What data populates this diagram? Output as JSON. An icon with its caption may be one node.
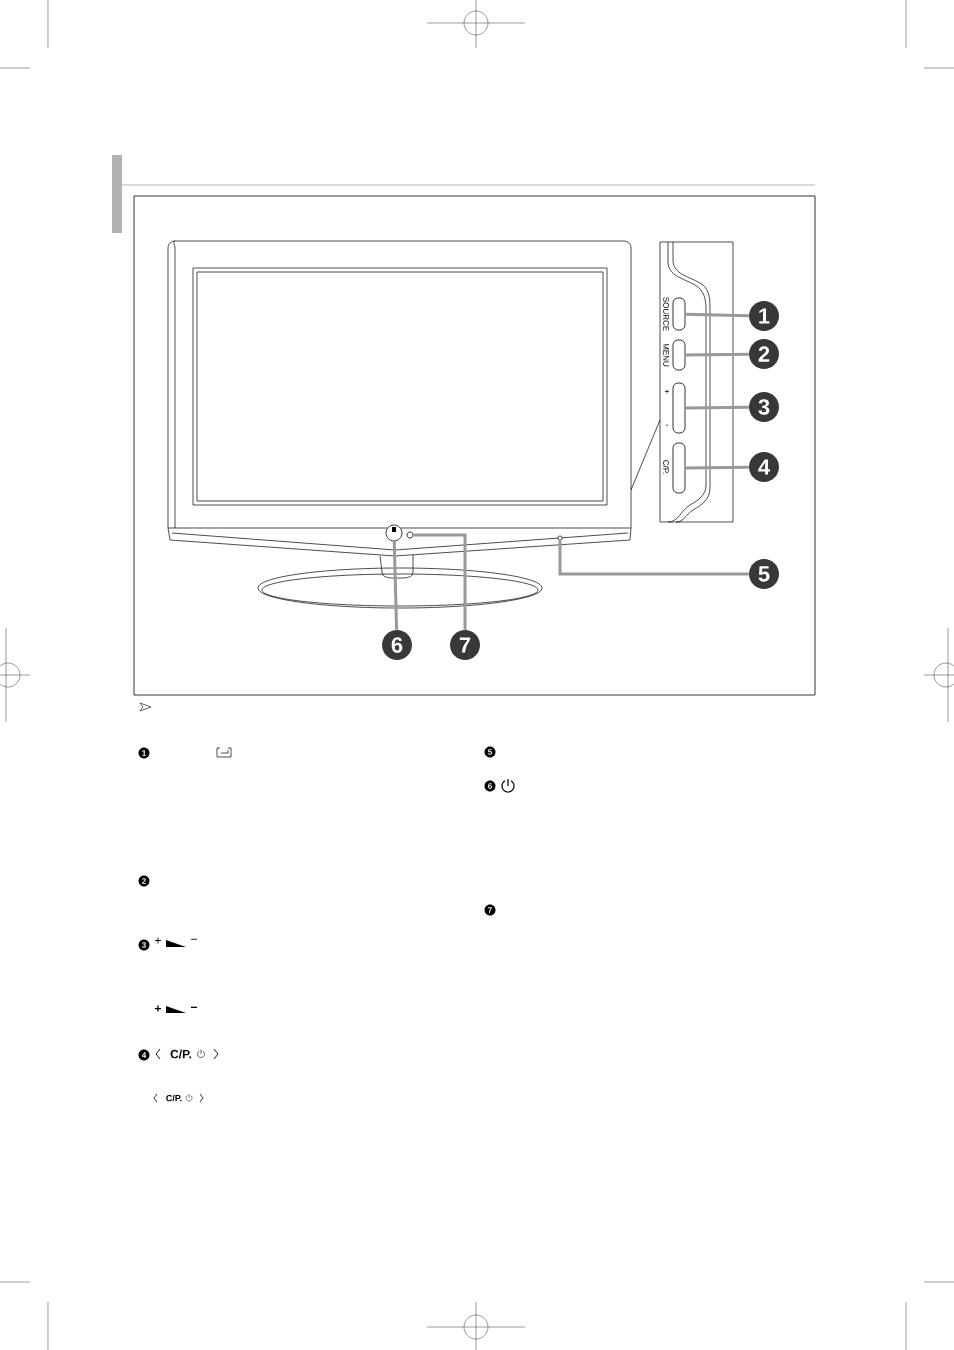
{
  "diagram": {
    "nodes": [
      {
        "text": [],
        "shape": "box"
      },
      {
        "text": [],
        "shape": "box"
      },
      {
        "text": [],
        "shape": "box"
      },
      {
        "text": [],
        "shape": "box"
      },
      {
        "text": [],
        "shape": "circle"
      },
      {
        "text": [],
        "shape": "circle"
      },
      {
        "text": [],
        "shape": "circle"
      },
      {
        "text": [
          "1"
        ]
      },
      {
        "text": [
          "2"
        ]
      },
      {
        "text": [
          "3"
        ]
      },
      {
        "text": [
          "4"
        ]
      },
      {
        "text": [
          "5"
        ]
      },
      {
        "text": [
          "6"
        ]
      },
      {
        "text": [
          "7"
        ]
      }
    ],
    "edges": [
      {
        "from": 7,
        "to": 0,
        "arrow": "none"
      },
      {
        "from": 8,
        "to": 1,
        "arrow": "none"
      },
      {
        "from": 9,
        "to": 2,
        "arrow": "none"
      },
      {
        "from": 10,
        "to": 3,
        "arrow": "none"
      },
      {
        "from": 11,
        "to": 6,
        "arrow": "none"
      },
      {
        "from": 12,
        "to": 4,
        "arrow": "none"
      },
      {
        "from": 13,
        "to": 5,
        "arrow": "none"
      }
    ],
    "labels": [
      "SOURCE",
      "MENU",
      "+",
      "-",
      "C/P.",
      "1",
      "2",
      "3",
      "+",
      "−",
      "+",
      "−",
      "4",
      "C/P.",
      "C/P.",
      "5",
      "6",
      "7"
    ]
  }
}
